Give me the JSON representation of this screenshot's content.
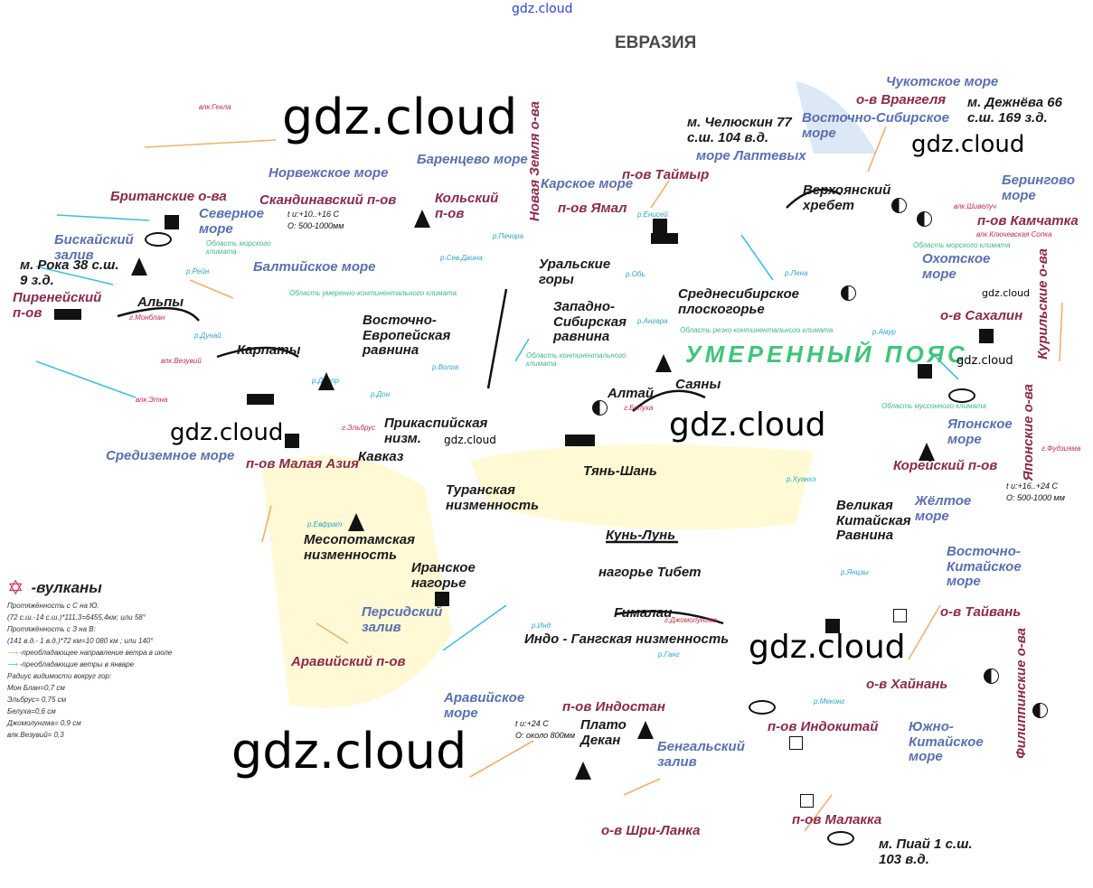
{
  "header": {
    "source_link": "gdz.cloud",
    "title": "ЕВРАЗИЯ"
  },
  "zone": "УМЕРЕННЫЙ ПОЯС",
  "seas": [
    "Норвежское море",
    "Баренцево море",
    "Северное море",
    "Балтийское море",
    "Карское море",
    "море Лаптевых",
    "Восточно-Сибирское море",
    "Чукотское море",
    "Берингово море",
    "Охотское море",
    "Японское море",
    "Жёлтое море",
    "Восточно-Китайское море",
    "Южно-Китайское море",
    "Средиземное море",
    "Персидский залив",
    "Аравийское море",
    "Бенгальский залив",
    "Бискайский залив"
  ],
  "peninsulas": [
    "Британские о-ва",
    "Скандинавский п-ов",
    "Кольский п-ов",
    "Новая Земля о-ва",
    "п-ов Ямал",
    "п-ов Таймыр",
    "о-в Врангеля",
    "п-ов Камчатка",
    "о-в Сахалин",
    "Курильские о-ва",
    "Японские о-ва",
    "Корейский п-ов",
    "о-в Тайвань",
    "о-в Хайнань",
    "Филиппинские о-ва",
    "п-ов Индокитай",
    "п-ов Малакка",
    "о-в Шри-Ланка",
    "п-ов Индостан",
    "Аравийский п-ов",
    "п-ов Малая Азия",
    "Пиренейский п-ов"
  ],
  "landforms": [
    "м. Рока 38 с.ш. 9 з.д.",
    "Альпы",
    "Карпаты",
    "Восточно-Европейская равнина",
    "Уральские горы",
    "Западно-Сибирская равнина",
    "Среднесибирское плоскогорье",
    "м. Челюскин 77 с.ш. 104 в.д.",
    "Верхоянский хребет",
    "м. Дежнёва 66 с.ш. 169 з.д.",
    "Алтай",
    "Саяны",
    "Прикаспийская низм.",
    "Кавказ",
    "Туранская низменность",
    "Тянь-Шань",
    "Кунь-Лунь",
    "нагорье Тибет",
    "Гималаи",
    "Индо - Гангская низменность",
    "Месопотамская низменность",
    "Иранское нагорье",
    "Великая Китайская Равнина",
    "Плато Декан",
    "м. Пиай 1 с.ш. 103 в.д."
  ],
  "climate_notes": [
    "t u:+10..+16 C",
    "O: 500-1000мм",
    "t u:+16..+24 C",
    "O: 500-1000 мм",
    "t u:+24 C",
    "O: около 800мм"
  ],
  "climate_regions": [
    "Область морского климата",
    "Область умеренно-континентального климата",
    "Область континентального климата",
    "Область резко континентального климата",
    "Область морского климата",
    "Область муссонного климата"
  ],
  "rivers": [
    "р.Рейн",
    "р.Дунай",
    "р.Днепр",
    "р.Дон",
    "р.Волга",
    "р.Печора",
    "р.Сев.Двина",
    "р.Обь",
    "р.Енисей",
    "р.Лена",
    "р.Ангара",
    "р.Амур",
    "р.Хуанхэ",
    "р.Янцзы",
    "р.Инд",
    "р.Ганг",
    "р.Меконг",
    "р.Евфрат"
  ],
  "peaks": [
    "влк.Гекла",
    "г.Монблан",
    "влк.Везувий",
    "влк.Этна",
    "г.Эльбрус",
    "г.Белуха",
    "г.Джомолунгма",
    "влк.Шивелуч",
    "влк.Ключевская Сопка",
    "г.Фудзияма"
  ],
  "watermarks": [
    "gdz.cloud",
    "gdz.cloud",
    "gdz.cloud",
    "gdz.cloud",
    "gdz.cloud",
    "gdz.cloud",
    "gdz.cloud",
    "gdz.cloud",
    "gdz.cloud"
  ],
  "legend": {
    "volcano": "-вулканы",
    "lines": [
      "Протяжённость с С на Ю:",
      "(72 с.ш.-14 с.ш.)*111,3=6455,4км; или 58°",
      "Протяжённость с З на В:",
      "(141 в.д.- 1 в.д.)*72 км=10 080 км ; или 140°"
    ],
    "wind_july": "-преобладающее направление ветра в июле",
    "wind_january": "-преобладающие ветры в январе",
    "radius_title": "Радиус видимости вокруг гор:",
    "radius": [
      "Мон Блан=0,7 см",
      "Эльбрус= 0,75 см",
      "Белуха=0,6 см",
      "Джомолунгма= 0,9 см",
      "влк.Везувий= 0,3"
    ]
  },
  "colors": {
    "sea": "#5a6fb0",
    "peninsula": "#8a2a4a",
    "zone": "#3ec57a",
    "wind_july": "#f0b070",
    "wind_january": "#40c0e0"
  }
}
